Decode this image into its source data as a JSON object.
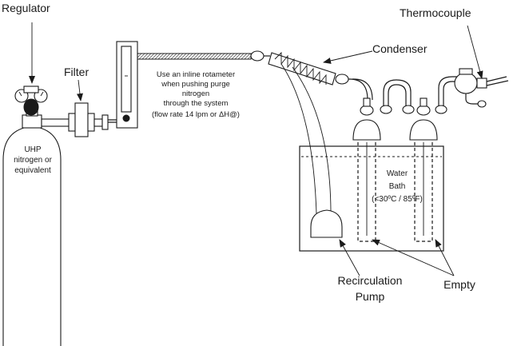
{
  "labels": {
    "regulator": "Regulator",
    "filter": "Filter",
    "condenser": "Condenser",
    "thermocouple": "Thermocouple",
    "cylinder_line1": "UHP",
    "cylinder_line2": "nitrogen or",
    "cylinder_line3": "equivalent",
    "rotameter_note_line1": "Use an inline rotameter",
    "rotameter_note_line2": "when pushing purge",
    "rotameter_note_line3": "nitrogen",
    "rotameter_note_line4": "through the system",
    "rotameter_note_line5": "(flow rate 14 lpm or ΔH@)",
    "water_bath_line1": "Water",
    "water_bath_line2": "Bath",
    "water_bath_line3": "(<30ºC / 85ºF)",
    "pump_line1": "Recirculation",
    "pump_line2": "Pump",
    "empty": "Empty"
  },
  "colors": {
    "ink": "#1a1a1a",
    "background": "#ffffff"
  }
}
